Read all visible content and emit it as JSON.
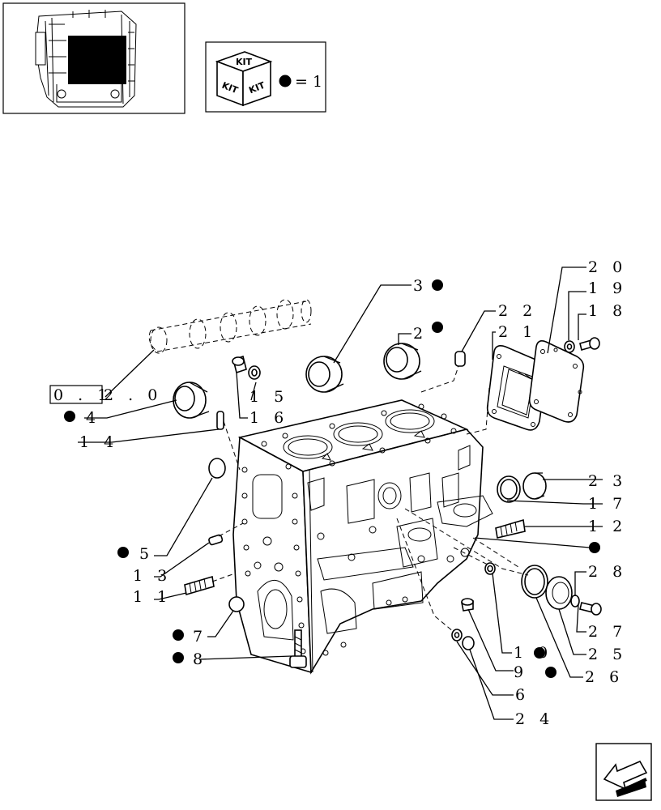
{
  "kit_legend": {
    "kit_label": "KIT",
    "equals_text": "= 1"
  },
  "reference_code": {
    "boxed_part": "0 . 1",
    "rest": "2 . 0"
  },
  "callouts": [
    {
      "id": "3",
      "text": "3",
      "kit": true
    },
    {
      "id": "2",
      "text": "2",
      "kit": true
    },
    {
      "id": "22",
      "text": "2 2",
      "kit": false
    },
    {
      "id": "21",
      "text": "2 1",
      "kit": false
    },
    {
      "id": "20",
      "text": "2 0",
      "kit": false
    },
    {
      "id": "19",
      "text": "1 9",
      "kit": false
    },
    {
      "id": "18",
      "text": "1 8",
      "kit": false
    },
    {
      "id": "15",
      "text": "1 5",
      "kit": false
    },
    {
      "id": "16",
      "text": "1 6",
      "kit": false
    },
    {
      "id": "4",
      "text": "4",
      "kit": true
    },
    {
      "id": "14",
      "text": "1 4",
      "kit": false
    },
    {
      "id": "23",
      "text": "2 3",
      "kit": false
    },
    {
      "id": "17",
      "text": "1 7",
      "kit": false
    },
    {
      "id": "12",
      "text": "1 2",
      "kit": false
    },
    {
      "id": "5",
      "text": "5",
      "kit": true
    },
    {
      "id": "13",
      "text": "1 3",
      "kit": false
    },
    {
      "id": "11",
      "text": "1 1",
      "kit": false
    },
    {
      "id": "28",
      "text": "2 8",
      "kit": false
    },
    {
      "id": "7",
      "text": "7",
      "kit": true
    },
    {
      "id": "27",
      "text": "2 7",
      "kit": false
    },
    {
      "id": "8",
      "text": "8",
      "kit": true
    },
    {
      "id": "10",
      "text": "1 0",
      "kit": true
    },
    {
      "id": "25",
      "text": "2 5",
      "kit": false
    },
    {
      "id": "9",
      "text": "9",
      "kit": true
    },
    {
      "id": "26",
      "text": "2 6",
      "kit": false
    },
    {
      "id": "6",
      "text": "6",
      "kit": false
    },
    {
      "id": "24",
      "text": "2 4",
      "kit": false
    }
  ],
  "unlabeled_kit_marker": true,
  "nav_icon": "back-arrow-icon"
}
